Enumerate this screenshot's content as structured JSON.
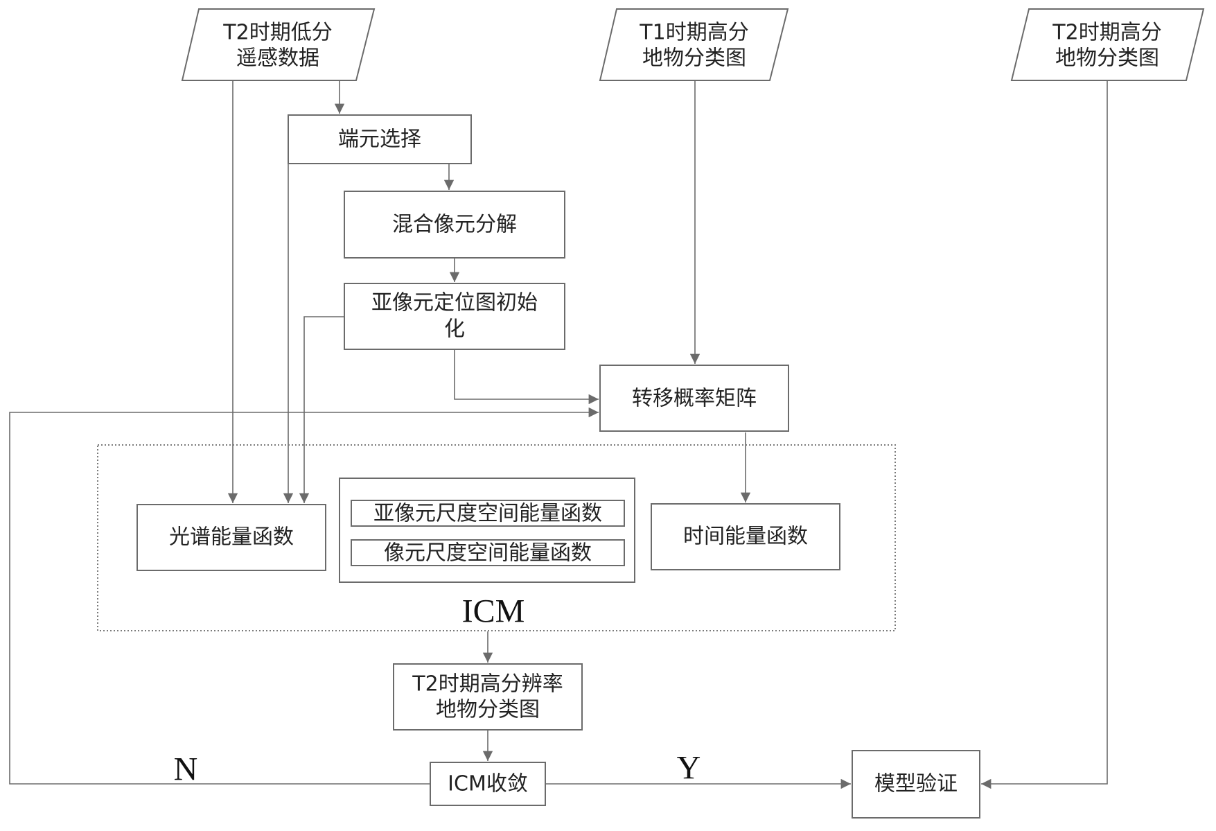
{
  "nodes": {
    "t2_low_res": {
      "line1": "T2时期低分",
      "line2": "遥感数据"
    },
    "t1_high_res_map": {
      "line1": "T1时期高分",
      "line2": "地物分类图"
    },
    "t2_high_res_map_ref": {
      "line1": "T2时期高分",
      "line2": "地物分类图"
    },
    "endmember_selection": {
      "label": "端元选择"
    },
    "mixed_pixel_decomposition": {
      "label": "混合像元分解"
    },
    "subpixel_init": {
      "line1": "亚像元定位图初始",
      "line2": "化"
    },
    "transition_matrix": {
      "label": "转移概率矩阵"
    },
    "spectral_energy": {
      "label": "光谱能量函数"
    },
    "subpixel_spatial_energy": {
      "label": "亚像元尺度空间能量函数"
    },
    "pixel_spatial_energy": {
      "label": "像元尺度空间能量函数"
    },
    "temporal_energy": {
      "label": "时间能量函数"
    },
    "icm_container": {
      "label": "ICM"
    },
    "t2_high_res_result": {
      "line1": "T2时期高分辨率",
      "line2": "地物分类图"
    },
    "icm_convergence": {
      "label": "ICM收敛"
    },
    "model_validation": {
      "label": "模型验证"
    }
  },
  "edges": {
    "no_label": "N",
    "yes_label": "Y"
  },
  "colors": {
    "stroke": "#6b6b6b",
    "text": "#222222",
    "background": "#ffffff"
  }
}
